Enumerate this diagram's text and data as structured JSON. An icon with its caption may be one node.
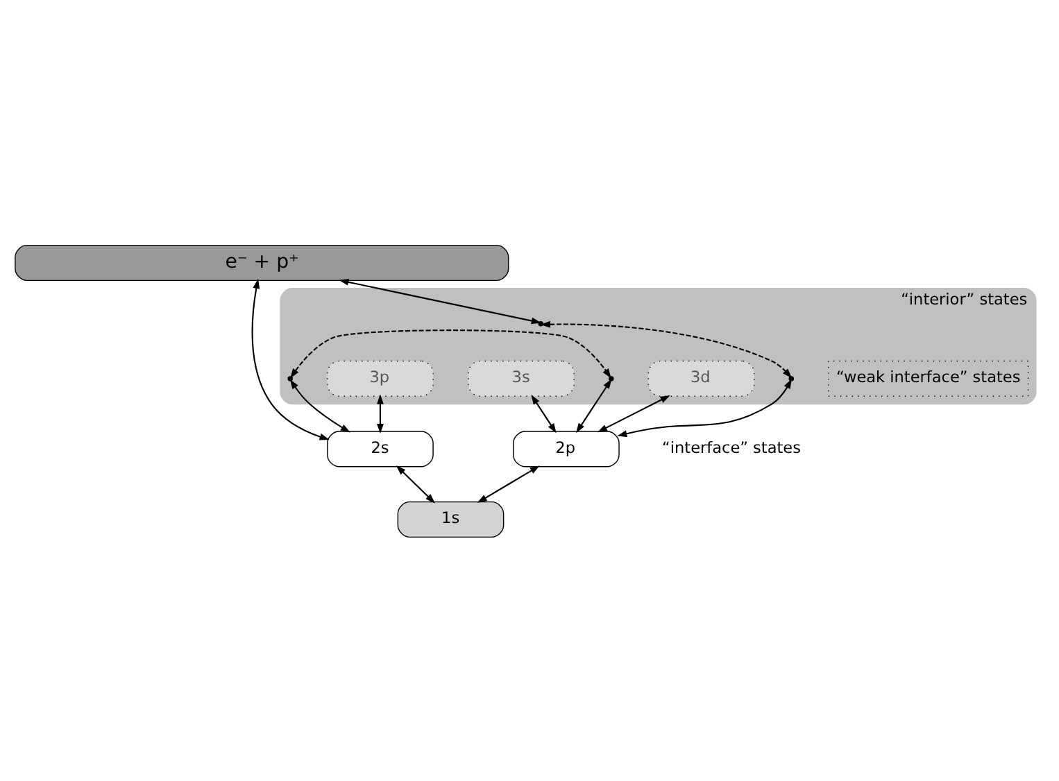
{
  "diagram": {
    "nodes": [
      {
        "text": [
          "e⁻ + p⁺"
        ]
      },
      {
        "text": [
          "“interior” states"
        ]
      },
      {
        "text": [
          "3s"
        ],
        "in": 1
      },
      {
        "text": [
          "3p"
        ],
        "in": 1
      },
      {
        "text": [
          "3d"
        ],
        "in": 1
      },
      {
        "text": [
          "“weak interface” states"
        ],
        "in": 1
      },
      {
        "text": [
          "2s"
        ]
      },
      {
        "text": [
          "2p"
        ]
      },
      {
        "text": [
          "1s"
        ]
      },
      {
        "text": [],
        "shape": "point",
        "in": 1
      },
      {
        "text": [],
        "shape": "point",
        "in": 1
      },
      {
        "text": [],
        "shape": "point",
        "in": 1
      },
      {
        "text": [],
        "shape": "point",
        "in": 1
      }
    ],
    "edges": [
      {
        "from": 0,
        "to": 6,
        "arrow": "both"
      },
      {
        "from": 6,
        "to": 8,
        "arrow": "both"
      },
      {
        "from": 6,
        "to": 9,
        "arrow": "both"
      },
      {
        "from": 9,
        "to": 10,
        "arrow": "both",
        "style": "dashed"
      },
      {
        "from": 10,
        "to": 7,
        "arrow": "both"
      },
      {
        "from": 0,
        "to": 11,
        "arrow": "both"
      },
      {
        "from": 11,
        "to": 12,
        "arrow": "both",
        "style": "dashed"
      },
      {
        "from": 12,
        "to": 7,
        "arrow": "both"
      },
      {
        "from": 2,
        "to": 7,
        "arrow": "both"
      },
      {
        "from": 3,
        "to": 6,
        "arrow": "both"
      },
      {
        "from": 4,
        "to": 7,
        "arrow": "both"
      },
      {
        "from": 7,
        "to": 8,
        "arrow": "both"
      }
    ],
    "labels": [
      "“interface” states"
    ]
  }
}
